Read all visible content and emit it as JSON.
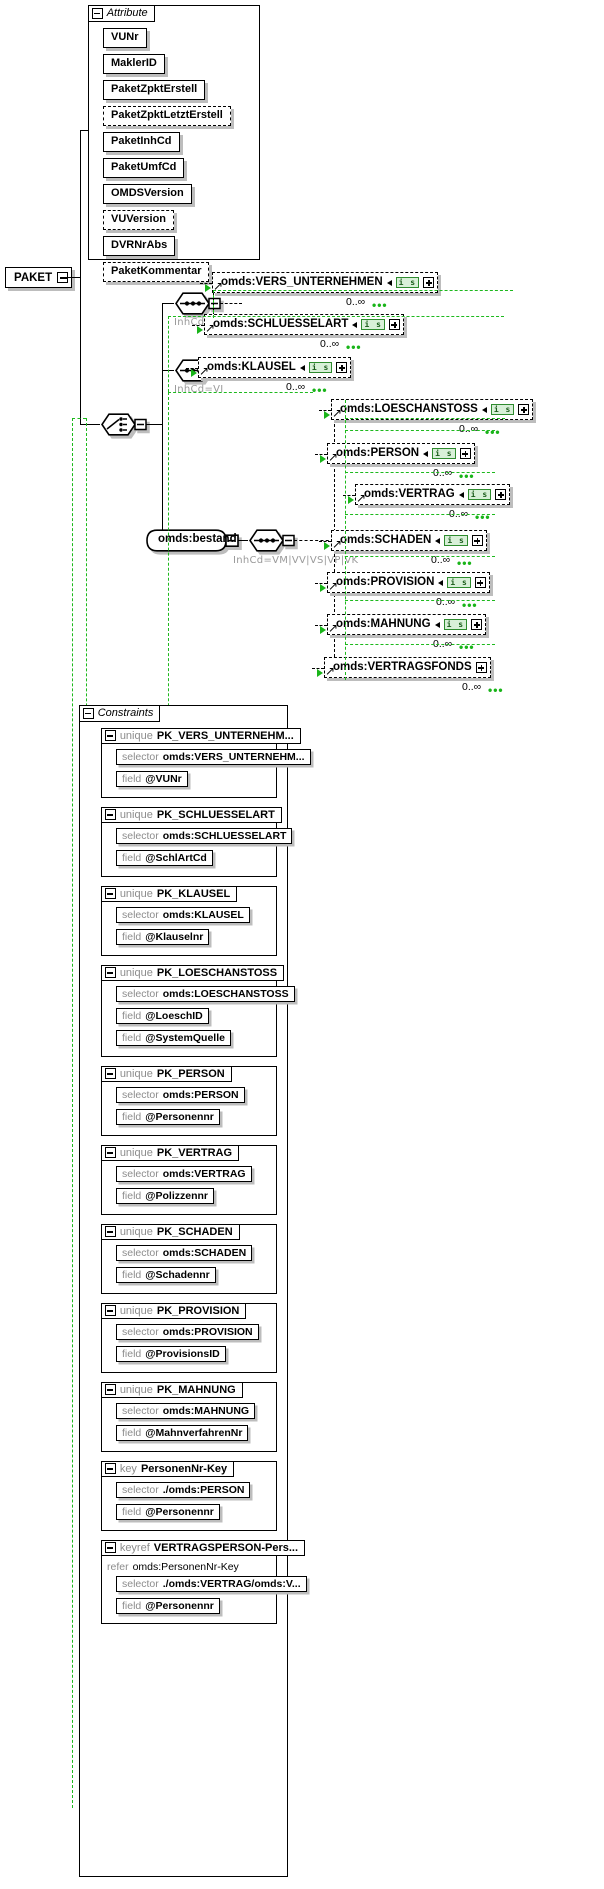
{
  "diagram": {
    "type": "xml-schema-diagram",
    "root_element": "PAKET",
    "attribute_panel_title": "Attribute",
    "constraints_panel_title": "Constraints",
    "occurrence_label": "0..∞",
    "colors": {
      "accent_green": "#19b419",
      "badge_fill": "#d8f0d8",
      "badge_border": "#2e8b2e",
      "shadow": "#bdbdbd",
      "muted_text": "#8c8c8c",
      "line": "#000000"
    }
  },
  "root": {
    "label": "PAKET"
  },
  "attributes": [
    {
      "label": "VUNr",
      "optional": false
    },
    {
      "label": "MaklerID",
      "optional": false
    },
    {
      "label": "PaketZpktErstell",
      "optional": false
    },
    {
      "label": "PaketZpktLetztErstell",
      "optional": true
    },
    {
      "label": "PaketInhCd",
      "optional": false
    },
    {
      "label": "PaketUmfCd",
      "optional": false
    },
    {
      "label": "OMDSVersion",
      "optional": false
    },
    {
      "label": "VUVersion",
      "optional": true
    },
    {
      "label": "DVRNrAbs",
      "optional": false
    },
    {
      "label": "PaketKommentar",
      "optional": true
    }
  ],
  "compositors": [
    {
      "id": "seq-ai",
      "kind": "sequence",
      "annotation": "InhCd=AI"
    },
    {
      "id": "seq-vi",
      "kind": "sequence",
      "annotation": "InhCd=VI"
    },
    {
      "id": "choice-root",
      "kind": "choice",
      "annotation": ""
    },
    {
      "id": "seq-bestand",
      "kind": "sequence",
      "annotation": "InhCd=VM|VV|VS|VP|VK"
    }
  ],
  "bestand": {
    "label": "omds:bestand"
  },
  "refs": {
    "seq_ai": [
      {
        "label": "omds:VERS_UNTERNEHMEN",
        "badge": "i s",
        "expand": true,
        "occ": "0..∞"
      },
      {
        "label": "omds:SCHLUESSELART",
        "badge": "i s",
        "expand": true,
        "occ": "0..∞"
      }
    ],
    "seq_vi": [
      {
        "label": "omds:KLAUSEL",
        "badge": "i s",
        "expand": true,
        "occ": "0..∞"
      }
    ],
    "seq_bestand": [
      {
        "label": "omds:LOESCHANSTOSS",
        "badge": "i s",
        "expand": true,
        "occ": "0..∞"
      },
      {
        "label": "omds:PERSON",
        "badge": "i s",
        "expand": true,
        "occ": "0..∞"
      },
      {
        "label": "omds:VERTRAG",
        "badge": "i s",
        "expand": true,
        "occ": "0..∞"
      },
      {
        "label": "omds:SCHADEN",
        "badge": "i s",
        "expand": true,
        "occ": "0..∞"
      },
      {
        "label": "omds:PROVISION",
        "badge": "i s",
        "expand": true,
        "occ": "0..∞"
      },
      {
        "label": "omds:MAHNUNG",
        "badge": "i s",
        "expand": true,
        "occ": "0..∞"
      },
      {
        "label": "omds:VERTRAGSFONDS",
        "badge": "",
        "expand": true,
        "occ": "0..∞"
      }
    ]
  },
  "constraints": [
    {
      "kind": "unique",
      "name": "PK_VERS_UNTERNEHM...",
      "refer": "",
      "rows": [
        {
          "k": "selector",
          "v": "omds:VERS_UNTERNEHM..."
        },
        {
          "k": "field",
          "v": "@VUNr"
        }
      ]
    },
    {
      "kind": "unique",
      "name": "PK_SCHLUESSELART",
      "refer": "",
      "rows": [
        {
          "k": "selector",
          "v": "omds:SCHLUESSELART"
        },
        {
          "k": "field",
          "v": "@SchlArtCd"
        }
      ]
    },
    {
      "kind": "unique",
      "name": "PK_KLAUSEL",
      "refer": "",
      "rows": [
        {
          "k": "selector",
          "v": "omds:KLAUSEL"
        },
        {
          "k": "field",
          "v": "@Klauselnr"
        }
      ]
    },
    {
      "kind": "unique",
      "name": "PK_LOESCHANSTOSS",
      "refer": "",
      "rows": [
        {
          "k": "selector",
          "v": "omds:LOESCHANSTOSS"
        },
        {
          "k": "field",
          "v": "@LoeschID"
        },
        {
          "k": "field",
          "v": "@SystemQuelle"
        }
      ]
    },
    {
      "kind": "unique",
      "name": "PK_PERSON",
      "refer": "",
      "rows": [
        {
          "k": "selector",
          "v": "omds:PERSON"
        },
        {
          "k": "field",
          "v": "@Personennr"
        }
      ]
    },
    {
      "kind": "unique",
      "name": "PK_VERTRAG",
      "refer": "",
      "rows": [
        {
          "k": "selector",
          "v": "omds:VERTRAG"
        },
        {
          "k": "field",
          "v": "@Polizzennr"
        }
      ]
    },
    {
      "kind": "unique",
      "name": "PK_SCHADEN",
      "refer": "",
      "rows": [
        {
          "k": "selector",
          "v": "omds:SCHADEN"
        },
        {
          "k": "field",
          "v": "@Schadennr"
        }
      ]
    },
    {
      "kind": "unique",
      "name": "PK_PROVISION",
      "refer": "",
      "rows": [
        {
          "k": "selector",
          "v": "omds:PROVISION"
        },
        {
          "k": "field",
          "v": "@ProvisionsID"
        }
      ]
    },
    {
      "kind": "unique",
      "name": "PK_MAHNUNG",
      "refer": "",
      "rows": [
        {
          "k": "selector",
          "v": "omds:MAHNUNG"
        },
        {
          "k": "field",
          "v": "@MahnverfahrenNr"
        }
      ]
    },
    {
      "kind": "key",
      "name": "PersonenNr-Key",
      "refer": "",
      "rows": [
        {
          "k": "selector",
          "v": "./omds:PERSON"
        },
        {
          "k": "field",
          "v": "@Personennr"
        }
      ]
    },
    {
      "kind": "keyref",
      "name": "VERTRAGSPERSON-Pers...",
      "refer": "omds:PersonenNr-Key",
      "rows": [
        {
          "k": "selector",
          "v": "./omds:VERTRAG/omds:V..."
        },
        {
          "k": "field",
          "v": "@Personennr"
        }
      ]
    }
  ]
}
